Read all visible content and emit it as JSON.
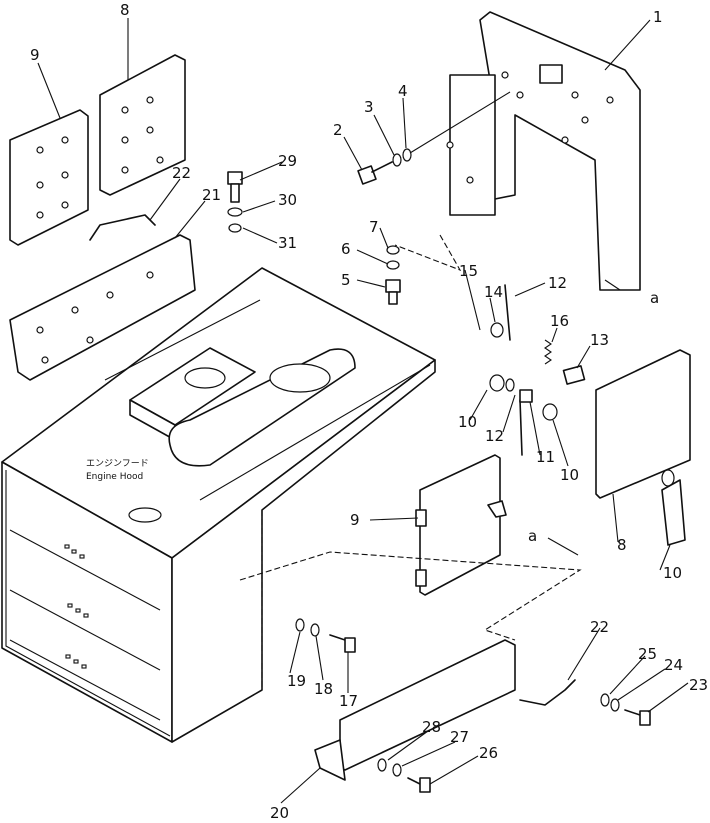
{
  "diagram": {
    "hood_label_jp": "エンジンフード",
    "hood_label_en": "Engine Hood",
    "view_marker_1": "a",
    "view_marker_2": "a",
    "callouts": [
      "1",
      "2",
      "3",
      "4",
      "5",
      "6",
      "7",
      "8",
      "9",
      "10",
      "11",
      "12",
      "13",
      "14",
      "15",
      "16",
      "17",
      "18",
      "19",
      "20",
      "21",
      "22",
      "23",
      "24",
      "25",
      "26",
      "27",
      "28",
      "29",
      "30",
      "31",
      "8",
      "9",
      "10",
      "10",
      "10",
      "12",
      "22"
    ]
  }
}
